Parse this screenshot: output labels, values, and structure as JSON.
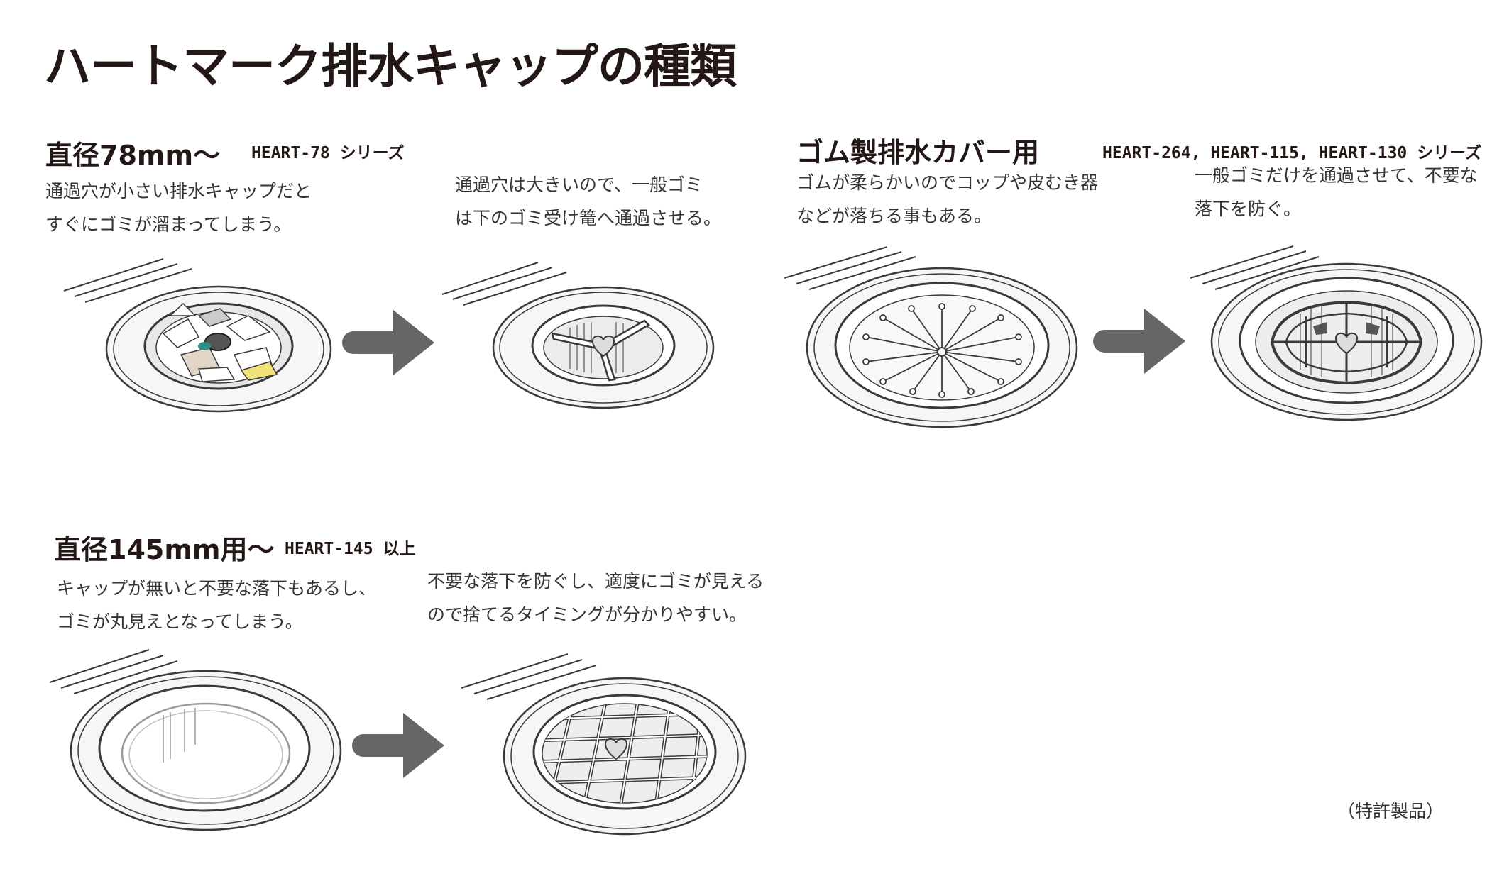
{
  "title": "ハートマーク排水キャップの種類",
  "sections": [
    {
      "heading": "直径78mm〜",
      "series": "HEART-78 シリーズ",
      "before": [
        "通過穴が小さい排水キャップだと",
        "すぐにゴミが溜まってしまう。"
      ],
      "after": [
        "通過穴は大きいので、一般ゴミ",
        "は下のゴミ受け篭へ通過させる。"
      ]
    },
    {
      "heading": "ゴム製排水カバー用",
      "series": "HEART-264, HEART-115, HEART-130 シリーズ",
      "before": [
        "ゴムが柔らかいのでコップや皮むき器",
        "などが落ちる事もある。"
      ],
      "after": [
        "一般ゴミだけを通過させて、不要な",
        "落下を防ぐ。"
      ]
    },
    {
      "heading": "直径145mm用〜",
      "series": "HEART-145 以上",
      "before": [
        "キャップが無いと不要な落下もあるし、",
        "ゴミが丸見えとなってしまう。"
      ],
      "after": [
        "不要な落下を防ぐし、適度にゴミが見える",
        "ので捨てるタイミングが分かりやすい。"
      ]
    }
  ],
  "footnote": "（特許製品）",
  "colors": {
    "text": "#231815",
    "arrow": "#666666",
    "line": "#3a3a3a",
    "fill": "#f4f4f4"
  },
  "icons": [
    "arrow-right-icon",
    "drain-cap-illustration"
  ]
}
